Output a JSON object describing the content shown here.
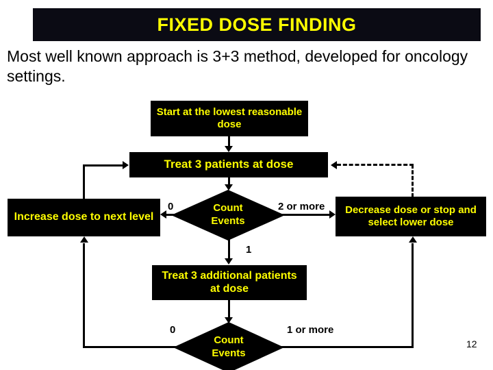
{
  "slide": {
    "title": "FIXED DOSE FINDING",
    "subtitle": "Most well known approach is 3+3 method, developed for oncology settings.",
    "page_number": "12",
    "colors": {
      "banner_background": "#0b0b14",
      "node_background": "#000000",
      "node_text": "#ffff00",
      "body_text": "#000000",
      "slide_background": "#ffffff"
    }
  },
  "flowchart": {
    "nodes": [
      {
        "id": "start",
        "type": "process",
        "label": "Start at the lowest reasonable dose"
      },
      {
        "id": "treat3",
        "type": "process",
        "label": "Treat 3 patients at dose"
      },
      {
        "id": "count1",
        "type": "decision",
        "label_line1": "Count",
        "label_line2": "Events"
      },
      {
        "id": "increase",
        "type": "process",
        "label": "Increase dose to next level"
      },
      {
        "id": "decrease",
        "type": "process",
        "label": "Decrease dose or stop and select lower dose"
      },
      {
        "id": "treat3add",
        "type": "process",
        "label": "Treat 3 additional patients at dose"
      },
      {
        "id": "count2",
        "type": "decision",
        "label_line1": "Count",
        "label_line2": "Events"
      }
    ],
    "edge_labels": {
      "count1_to_increase": "0",
      "count1_to_decrease": "2 or more",
      "count1_to_treat3add": "1",
      "count2_to_increase": "0",
      "count2_to_decrease": "1 or more"
    }
  }
}
